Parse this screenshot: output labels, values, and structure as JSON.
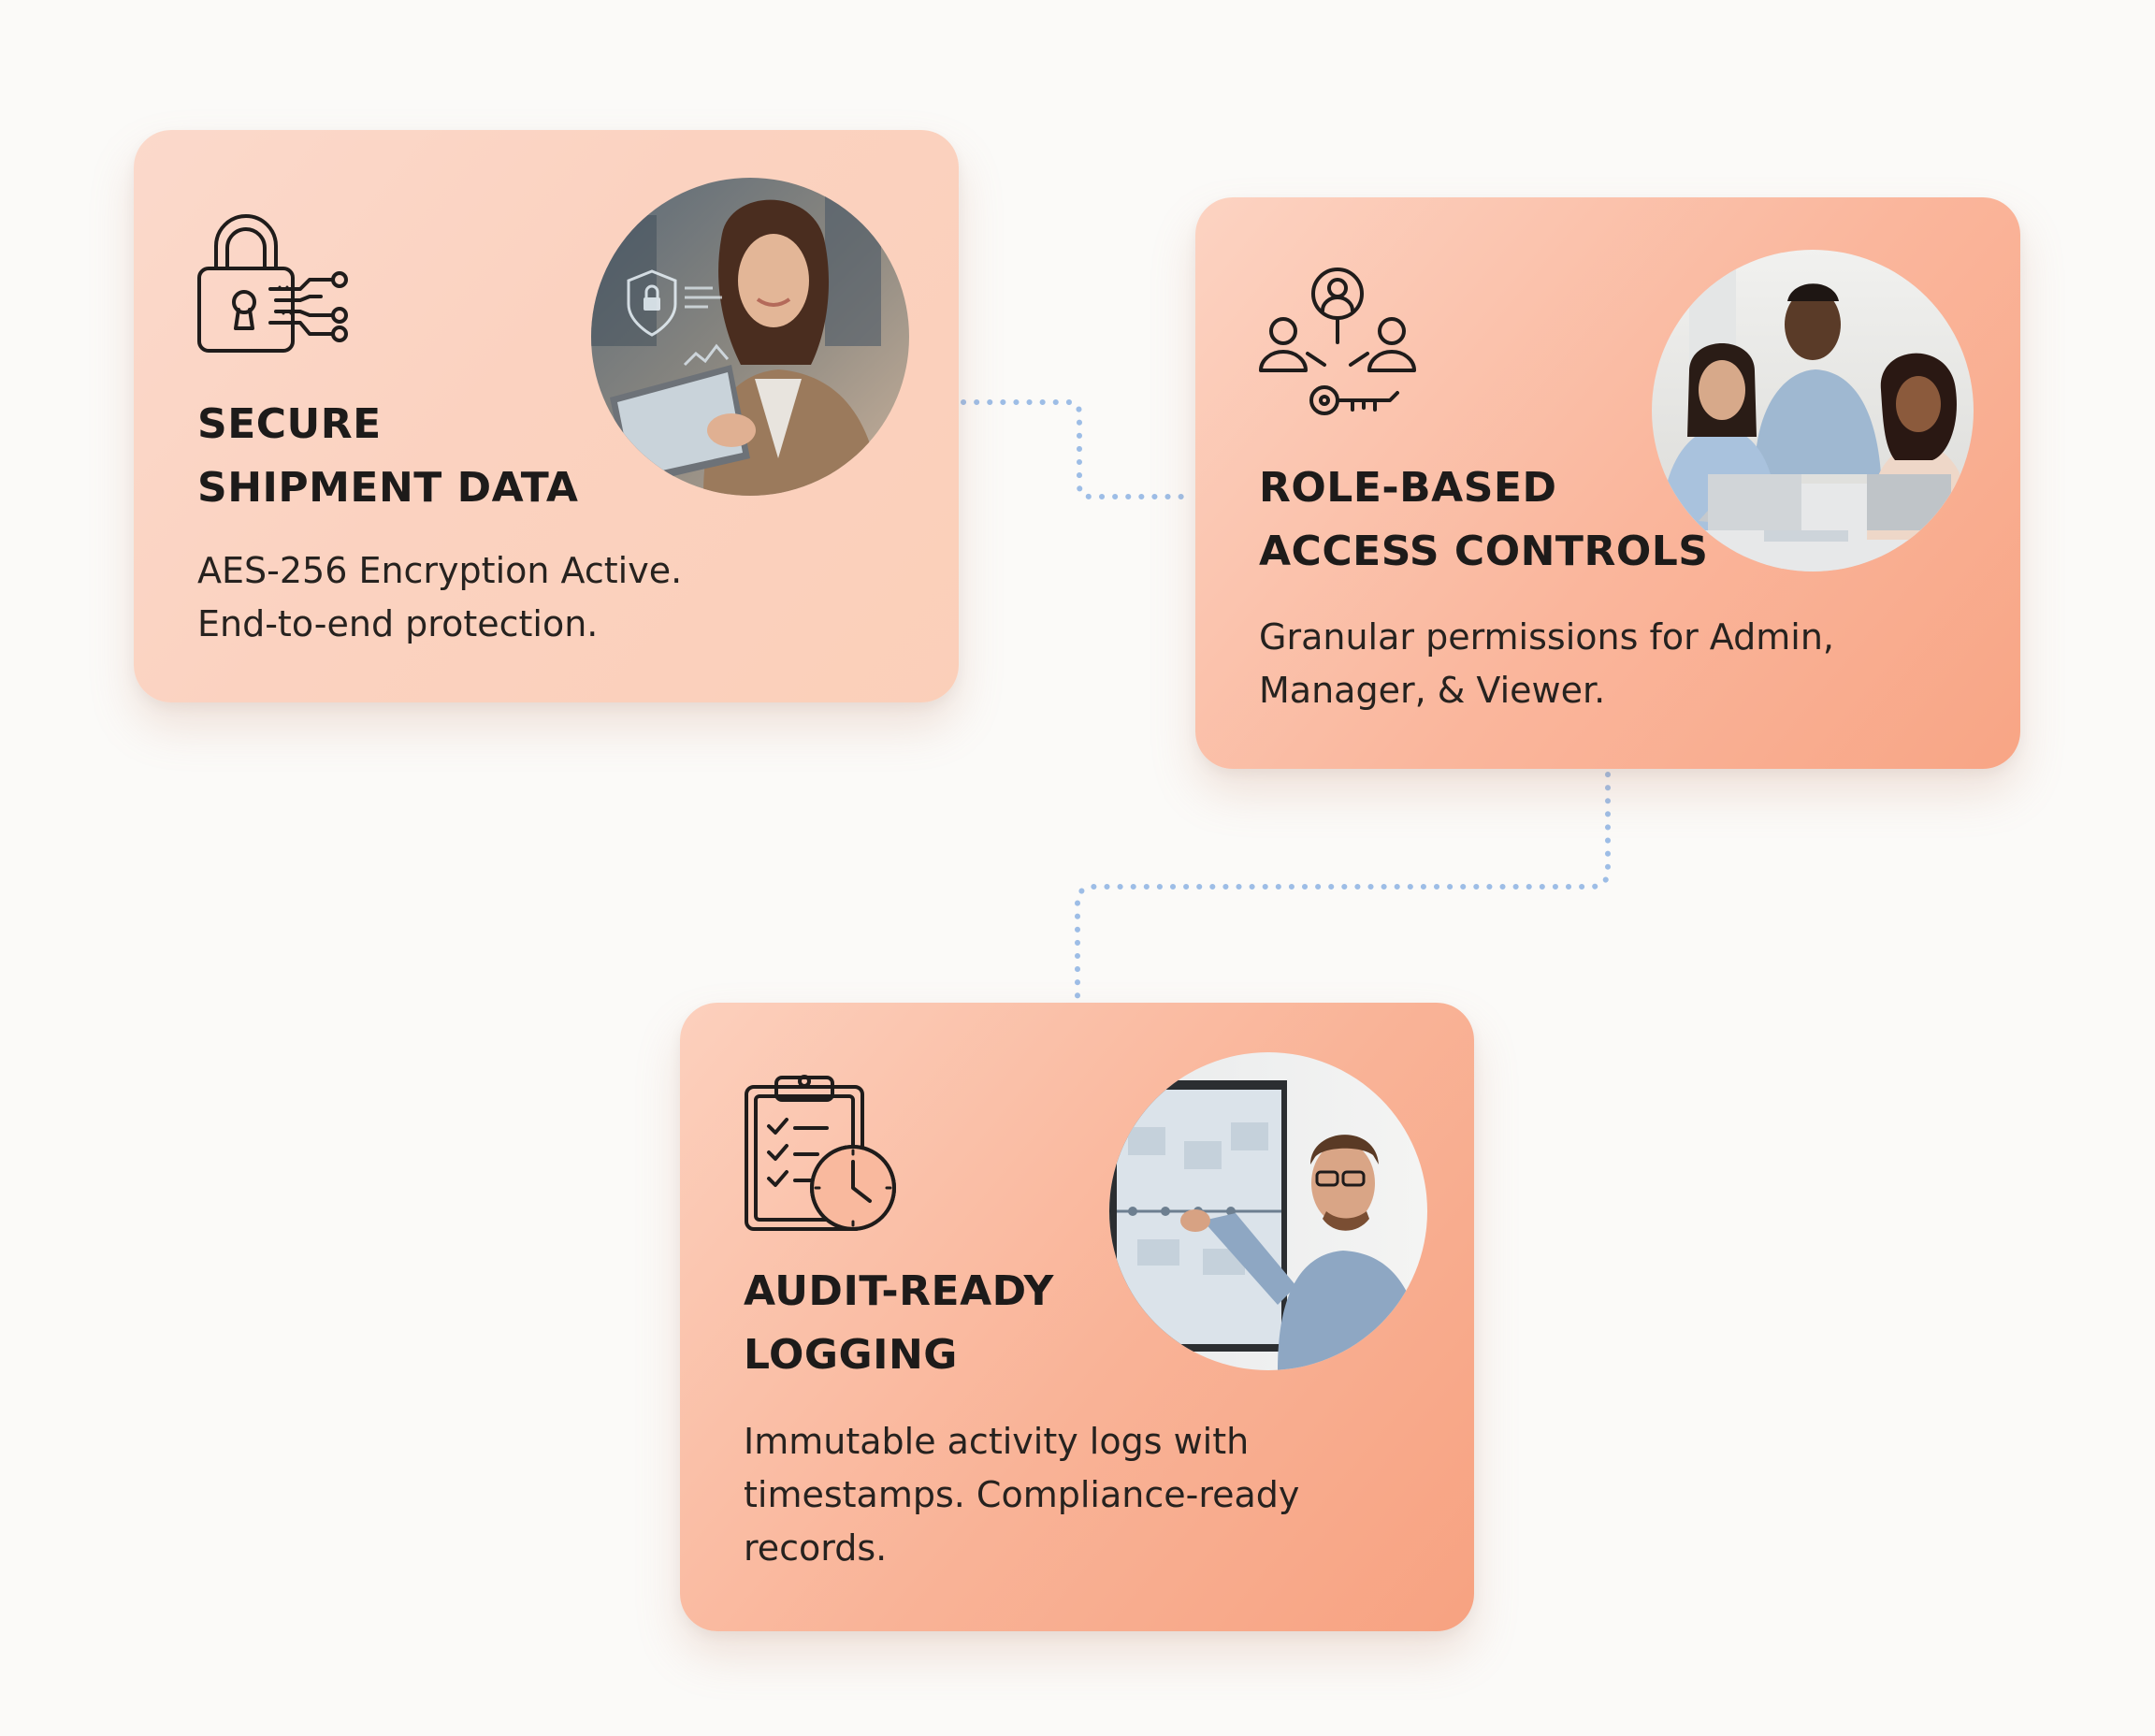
{
  "colors": {
    "background": "#fbfaf8",
    "card_light": "#fbd3c1",
    "card_mid": "#f9b396",
    "card_deep": "#f7a281",
    "connector": "#9dbde6",
    "text": "#1d1b1a"
  },
  "steps": [
    {
      "icon": "padlock-circuit-icon",
      "photo": "woman-with-tablet-security-photo",
      "title_lines": [
        "SECURE",
        "SHIPMENT DATA"
      ],
      "desc_lines": [
        "AES-256 Encryption Active.",
        "End-to-end protection."
      ]
    },
    {
      "icon": "users-key-icon",
      "photo": "team-at-laptops-photo",
      "title_lines": [
        "ROLE-BASED",
        "ACCESS CONTROLS"
      ],
      "desc_lines": [
        "Granular permissions for Admin,",
        "Manager, & Viewer."
      ]
    },
    {
      "icon": "clipboard-clock-icon",
      "photo": "presenter-at-timeline-screen-photo",
      "title_lines": [
        "AUDIT-READY",
        "LOGGING"
      ],
      "desc_lines": [
        "Immutable activity logs with",
        "timestamps. Compliance-ready",
        "records."
      ]
    }
  ],
  "connectors": [
    {
      "from": "secure-shipment-data",
      "to": "role-based-access-controls",
      "style": "dotted"
    },
    {
      "from": "role-based-access-controls",
      "to": "audit-ready-logging",
      "style": "dotted"
    }
  ]
}
